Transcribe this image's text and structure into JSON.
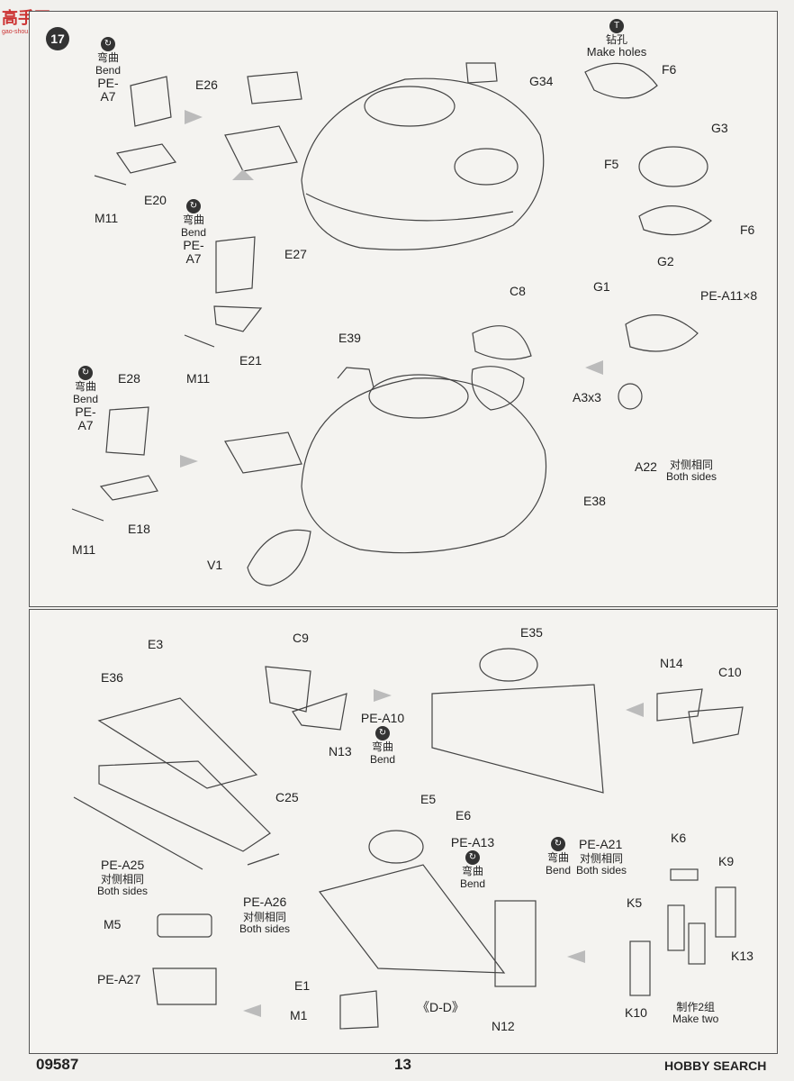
{
  "watermark": {
    "title": "高手网",
    "url": "gao-shou.com"
  },
  "step_number": "17",
  "drill": {
    "icon": "T",
    "cn": "钻孔",
    "en": "Make holes"
  },
  "bend": {
    "cn": "弯曲",
    "en": "Bend"
  },
  "both_sides": {
    "cn": "对侧相同",
    "en": "Both sides"
  },
  "make_two": {
    "cn": "制作2组",
    "en": "Make two"
  },
  "top_labels": {
    "PE_A7": "PE-A7",
    "E26": "E26",
    "E20": "E20",
    "M11": "M11",
    "E27": "E27",
    "E21": "E21",
    "E28": "E28",
    "E18": "E18",
    "G34": "G34",
    "F6": "F6",
    "G3": "G3",
    "F5": "F5",
    "G2": "G2",
    "G1": "G1",
    "PE_A11": "PE-A11×8",
    "C8": "C8",
    "E39": "E39",
    "A3x3": "A3x3",
    "A22": "A22",
    "E38": "E38",
    "V1": "V1"
  },
  "bottom_labels": {
    "E3": "E3",
    "E36": "E36",
    "C25": "C25",
    "PE_A25": "PE-A25",
    "PE_A26": "PE-A26",
    "M5": "M5",
    "PE_A27": "PE-A27",
    "E1": "E1",
    "M1": "M1",
    "C9": "C9",
    "N13": "N13",
    "PE_A10": "PE-A10",
    "E35": "E35",
    "E5": "E5",
    "E6": "E6",
    "PE_A13": "PE-A13",
    "DD": "《D-D》",
    "N12": "N12",
    "PE_A21": "PE-A21",
    "N14": "N14",
    "C10": "C10",
    "K6": "K6",
    "K9": "K9",
    "K5": "K5",
    "K13": "K13",
    "K10": "K10"
  },
  "footer": {
    "code": "09587",
    "page": "13",
    "brand": "HOBBY SEARCH"
  }
}
